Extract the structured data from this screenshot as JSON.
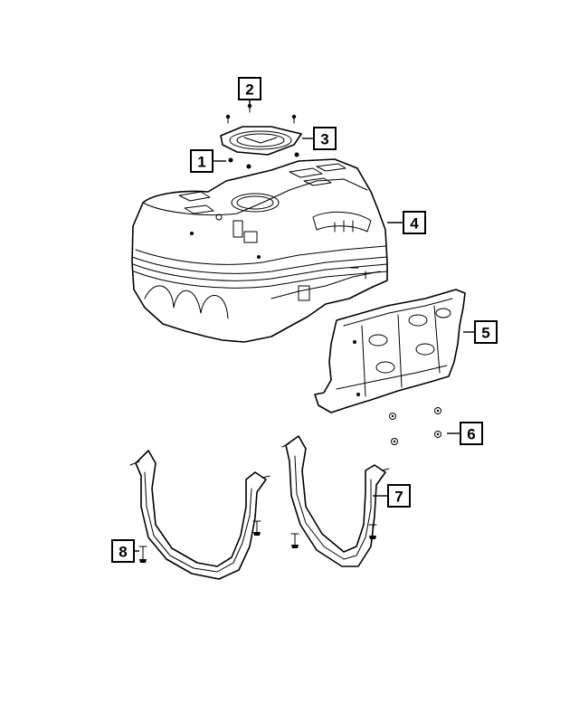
{
  "diagram": {
    "callouts": [
      {
        "id": "c1",
        "label": "1"
      },
      {
        "id": "c2",
        "label": "2"
      },
      {
        "id": "c3",
        "label": "3"
      },
      {
        "id": "c4",
        "label": "4"
      },
      {
        "id": "c5",
        "label": "5"
      },
      {
        "id": "c6",
        "label": "6"
      },
      {
        "id": "c7",
        "label": "7"
      },
      {
        "id": "c8",
        "label": "8"
      }
    ],
    "colors": {
      "line": "#000000",
      "background": "#ffffff"
    }
  }
}
